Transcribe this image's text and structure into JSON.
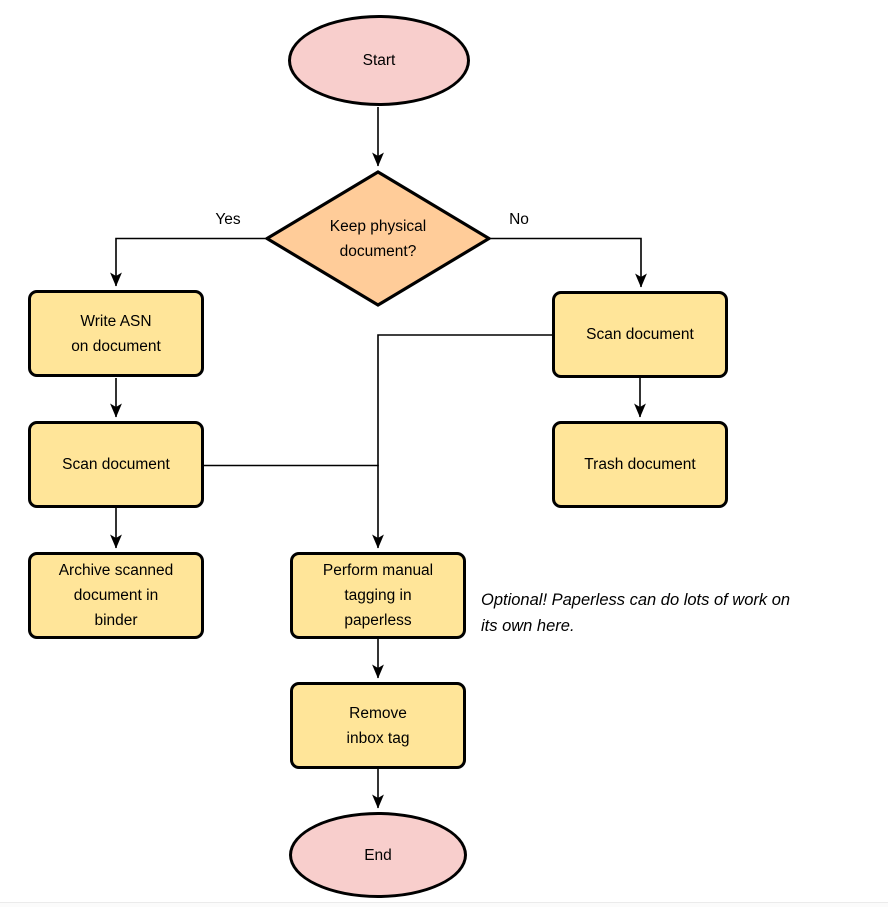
{
  "colors": {
    "terminator_fill": "#f8cecc",
    "decision_fill": "#ffcc99",
    "process_fill": "#ffe599",
    "shape_stroke": "#000000",
    "connector_stroke": "#000000",
    "background": "#ffffff"
  },
  "nodes": {
    "start": {
      "label": "Start"
    },
    "decision": {
      "label": "Keep physical\ndocument?"
    },
    "write_asn": {
      "label": "Write ASN\non document"
    },
    "scan_left": {
      "label": "Scan document"
    },
    "archive": {
      "label": "Archive scanned\ndocument in\nbinder"
    },
    "scan_right": {
      "label": "Scan document"
    },
    "trash": {
      "label": "Trash document"
    },
    "tagging": {
      "label": "Perform manual\ntagging in\npaperless"
    },
    "remove_inbox": {
      "label": "Remove\ninbox tag"
    },
    "end": {
      "label": "End"
    }
  },
  "edges": {
    "yes_label": "Yes",
    "no_label": "No"
  },
  "annotation": {
    "text": "Optional! Paperless can do lots of work on\nits own here."
  }
}
